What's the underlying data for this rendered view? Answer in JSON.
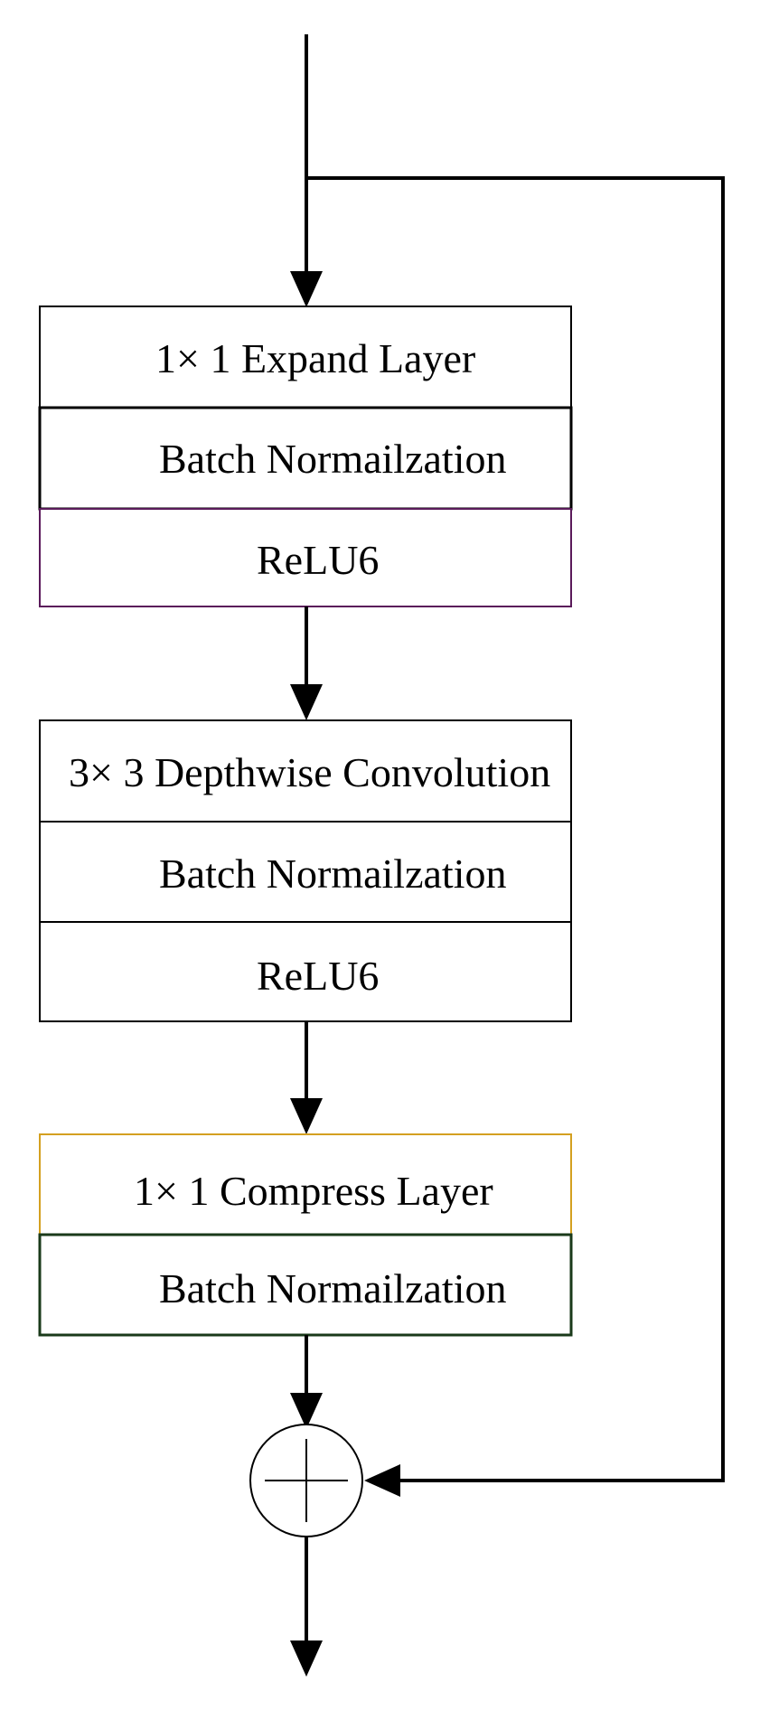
{
  "block_1": {
    "expand": "1× 1  Expand Layer",
    "batch_norm": "Batch Normailzation",
    "activation": "ReLU6"
  },
  "block_2": {
    "depthwise": "3× 3 Depthwise Convolution",
    "batch_norm": "Batch Normailzation",
    "activation": "ReLU6"
  },
  "block_3": {
    "compress": "1× 1  Compress Layer",
    "batch_norm": "Batch Normailzation"
  },
  "sum_node_icon": "plus-circle-icon",
  "colors": {
    "stroke": "#000000",
    "relu_border_1": "#5a1a5a",
    "compress_border": "#d4a020",
    "batch_norm_border_3": "#1a3a1a"
  }
}
